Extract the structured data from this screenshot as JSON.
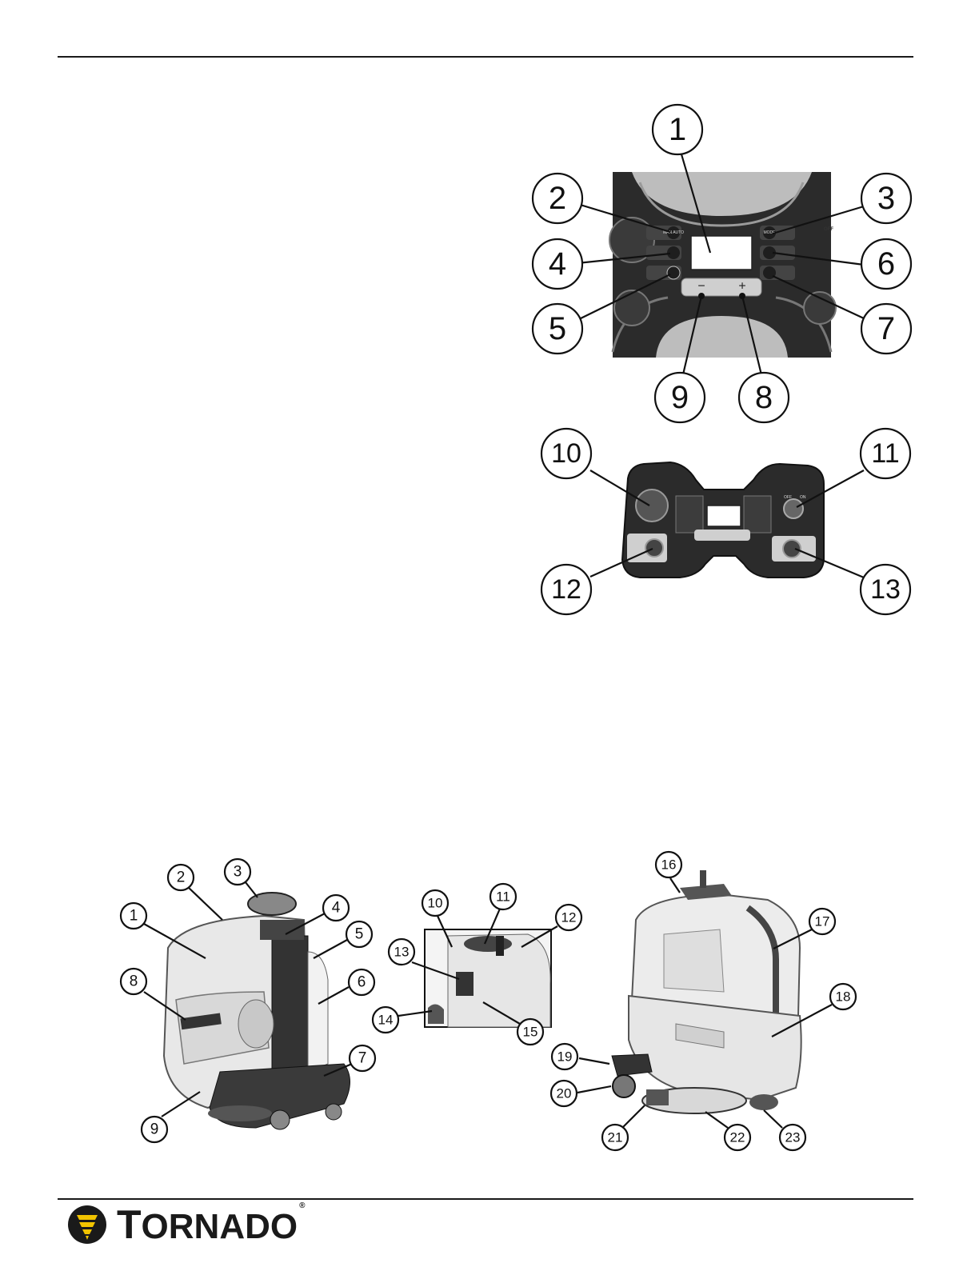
{
  "panel_callouts": [
    "1",
    "2",
    "3",
    "4",
    "5",
    "6",
    "7",
    "8",
    "9"
  ],
  "panel_labels": {
    "man_auto": "MAN AUTO",
    "mode": "MODE",
    "off": "OFF",
    "minus": "−",
    "plus": "+"
  },
  "console_callouts": [
    "10",
    "11",
    "12",
    "13"
  ],
  "console_labels": {
    "off": "OFF",
    "on": "ON"
  },
  "machine_callouts": [
    "1",
    "2",
    "3",
    "4",
    "5",
    "6",
    "7",
    "8",
    "9",
    "10",
    "11",
    "12",
    "13",
    "14",
    "15",
    "16",
    "17",
    "18",
    "19",
    "20",
    "21",
    "22",
    "23"
  ],
  "brand": {
    "name_first": "T",
    "name_rest": "ORNADO",
    "reg": "®",
    "accent": "#f2c400"
  }
}
